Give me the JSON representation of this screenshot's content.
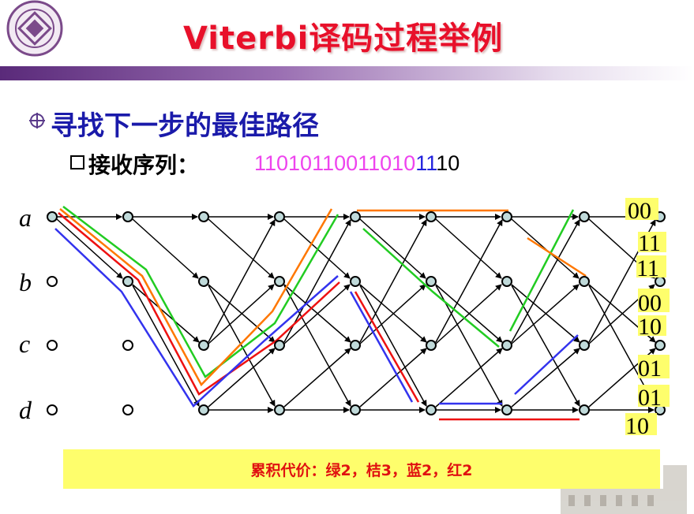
{
  "title": "Viterbi译码过程举例",
  "heading": "寻找下一步的最佳路径",
  "subheading": "接收序列：",
  "sequence": {
    "part1": "11010110011010",
    "part2": "11",
    "part3": "10",
    "color1": "#ee44ee",
    "color2": "#2222dd",
    "color3": "#000000"
  },
  "states": [
    "a",
    "b",
    "c",
    "d"
  ],
  "output_labels": [
    "00",
    "11",
    "11",
    "00",
    "10",
    "01",
    "01",
    "10"
  ],
  "cost_summary": "累积代价：绿2，桔3，蓝2，红2",
  "colors": {
    "title": "#e8102a",
    "heading": "#1a1aaa",
    "node_fill": "#c0dada",
    "green_path": "#22cc22",
    "orange_path": "#ff7700",
    "blue_path": "#3333ee",
    "red_path": "#ee1111",
    "label_highlight": "#fefe6c"
  },
  "icons": {
    "logo": "university-seal-icon",
    "bullet": "circle-cross-bullet-icon",
    "sub_bullet": "hollow-square-icon"
  }
}
